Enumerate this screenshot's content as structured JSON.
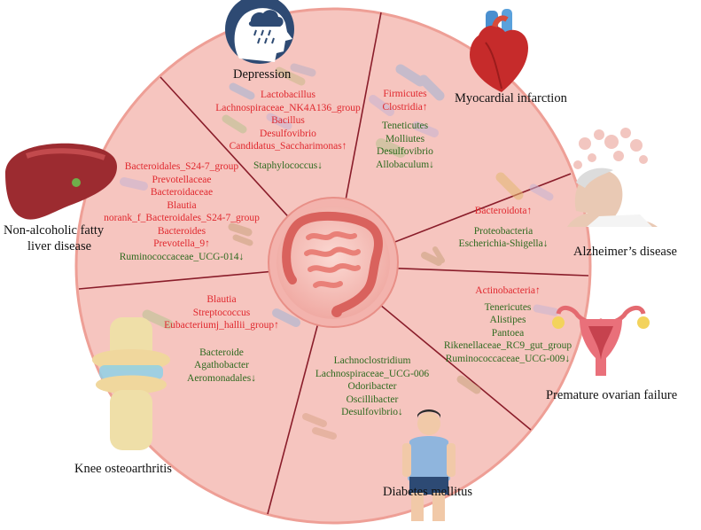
{
  "colors": {
    "wheel_fill": "#f6c5bf",
    "wheel_edge": "#ee9f96",
    "divider": "#8a1d2a",
    "increase_text": "#e0282e",
    "decrease_text": "#2e6a1f"
  },
  "icons": [
    "head-with-raincloud-icon",
    "heart-icon",
    "elderly-man-icon",
    "uterus-ovaries-icon",
    "person-icon",
    "knee-joint-icon",
    "liver-icon",
    "intestine-icon",
    "bacteria-icon"
  ],
  "diseases": {
    "depression": "Depression",
    "myocardial_infarction": "Myocardial infarction",
    "alzheimers": "Alzheimer’s disease",
    "premature_ovarian_failure": "Premature ovarian failure",
    "diabetes": "Diabetes mellitus",
    "knee_oa": "Knee osteoarthritis",
    "nafld_line1": "Non-alcoholic fatty",
    "nafld_line2": "liver disease"
  },
  "sectors": {
    "depression": {
      "increased": [
        "Lactobacillus",
        "Lachnospiraceae_NK4A136_group",
        "Bacillus",
        "Desulfovibrio",
        "Candidatus_Saccharimonas↑"
      ],
      "decreased": [
        "Staphylococcus↓"
      ]
    },
    "myocardial_infarction": {
      "increased": [
        "Firmicutes",
        "Clostridia↑"
      ],
      "decreased": [
        "Teneticutes",
        "Molliutes",
        "Desulfovibrio",
        "Allobaculum↓"
      ]
    },
    "alzheimers": {
      "increased": [
        "Bacteroidota↑"
      ],
      "decreased": [
        "Proteobacteria",
        "Escherichia-Shigella↓"
      ]
    },
    "premature_ovarian_failure": {
      "increased": [
        "Actinobacteria↑"
      ],
      "decreased": [
        "Tenericutes",
        "Alistipes",
        "Pantoea",
        "Rikenellaceae_RC9_gut_group",
        "Ruminococcaceae_UCG-009↓"
      ]
    },
    "diabetes": {
      "decreased": [
        "Lachnoclostridium",
        "Lachnospiraceae_UCG-006",
        "Odoribacter",
        "Oscillibacter",
        "Desulfovibrio↓"
      ]
    },
    "knee_oa": {
      "increased": [
        "Blautia",
        "Streptococcus",
        "Eubacteriumj_hallii_group↑"
      ],
      "decreased": [
        "Bacteroide",
        "Agathobacter",
        "Aeromonadales↓"
      ]
    },
    "nafld": {
      "increased": [
        "Bacteroidales_S24-7_group",
        "Prevotellaceae",
        "Bacteroidaceae",
        "Blautia",
        "norank_f_Bacteroidales_S24-7_group",
        "Bacteroides",
        "Prevotella_9↑"
      ],
      "decreased": [
        "Ruminococcaceae_UCG-014↓"
      ]
    }
  }
}
